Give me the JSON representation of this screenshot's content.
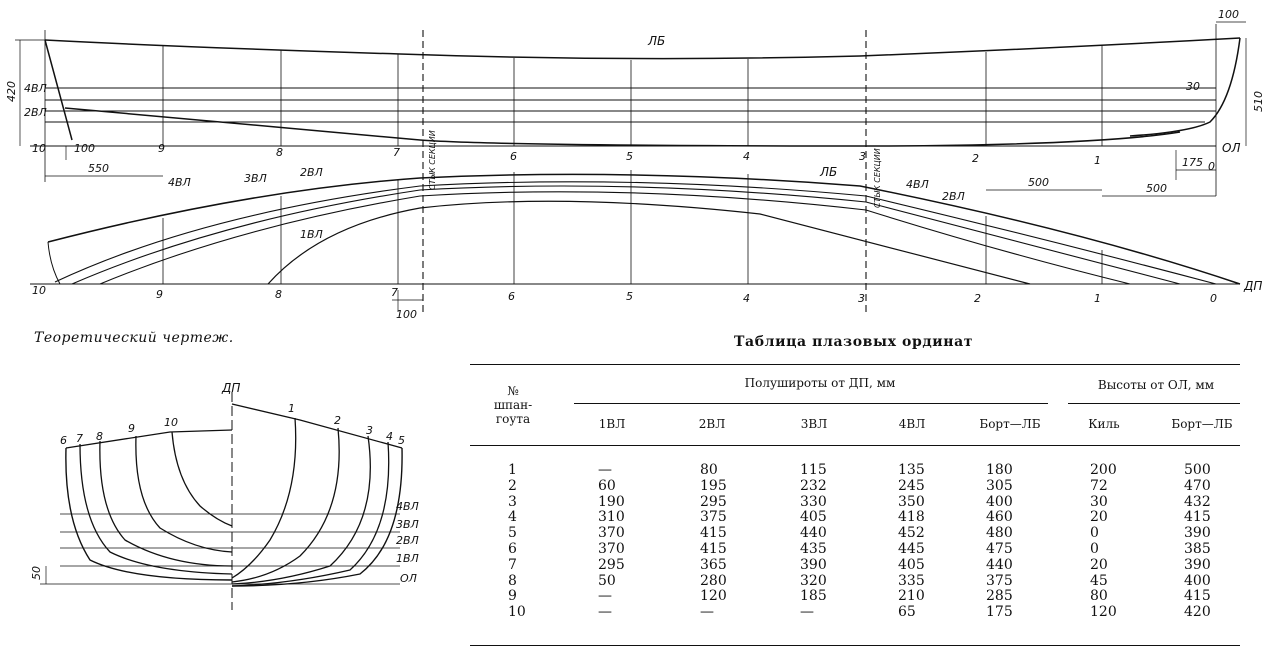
{
  "caption": "Теоретический чертеж.",
  "table_title": "Таблица плазовых ординат",
  "table": {
    "frame_header": "№ шпан-гоута",
    "frame_header_lines": [
      "№",
      "шпан-",
      "гоута"
    ],
    "group_halfbreadths": "Полушироты от ДП, мм",
    "group_heights": "Высоты от ОЛ, мм",
    "columns": [
      "1ВЛ",
      "2ВЛ",
      "3ВЛ",
      "4ВЛ",
      "Борт—ЛБ",
      "Киль",
      "Борт—ЛБ"
    ],
    "rows": [
      [
        "1",
        "—",
        "80",
        "115",
        "135",
        "180",
        "200",
        "500"
      ],
      [
        "2",
        "60",
        "195",
        "232",
        "245",
        "305",
        "72",
        "470"
      ],
      [
        "3",
        "190",
        "295",
        "330",
        "350",
        "400",
        "30",
        "432"
      ],
      [
        "4",
        "310",
        "375",
        "405",
        "418",
        "460",
        "20",
        "415"
      ],
      [
        "5",
        "370",
        "415",
        "440",
        "452",
        "480",
        "0",
        "390"
      ],
      [
        "6",
        "370",
        "415",
        "435",
        "445",
        "475",
        "0",
        "385"
      ],
      [
        "7",
        "295",
        "365",
        "390",
        "405",
        "440",
        "20",
        "390"
      ],
      [
        "8",
        "50",
        "280",
        "320",
        "335",
        "375",
        "45",
        "400"
      ],
      [
        "9",
        "—",
        "120",
        "185",
        "210",
        "285",
        "80",
        "415"
      ],
      [
        "10",
        "—",
        "—",
        "—",
        "65",
        "175",
        "120",
        "420"
      ]
    ]
  },
  "profile": {
    "frame_labels": [
      "10",
      "9",
      "8",
      "7",
      "6",
      "5",
      "4",
      "3",
      "2",
      "1",
      "0"
    ],
    "lb_label": "ЛБ",
    "ol_label": "ОЛ",
    "wl_labels": [
      "4ВЛ",
      "2ВЛ"
    ],
    "dims": [
      "420",
      "100",
      "550",
      "100",
      "30",
      "510",
      "500",
      "500",
      "175"
    ],
    "joint_label": "СТЫК СЕКЦИИ"
  },
  "plan": {
    "frame_labels": [
      "10",
      "9",
      "8",
      "7",
      "6",
      "5",
      "4",
      "3",
      "2",
      "1",
      "0"
    ],
    "dp_label": "ДП",
    "lb_label": "ЛБ",
    "wl_labels_aft": [
      "4ВЛ",
      "3ВЛ",
      "2ВЛ",
      "1ВЛ"
    ],
    "wl_labels_fwd": [
      "4ВЛ",
      "2ВЛ"
    ],
    "dim": "100",
    "joint_label": "СТЫК СЕКЦИИ"
  },
  "body_plan": {
    "dp_label": "ДП",
    "aft_labels": [
      "6",
      "7",
      "8",
      "9",
      "10"
    ],
    "fwd_labels": [
      "1",
      "2",
      "3",
      "4",
      "5"
    ],
    "wl_labels": [
      "4ВЛ",
      "3ВЛ",
      "2ВЛ",
      "1ВЛ",
      "ОЛ"
    ],
    "dim": "50"
  }
}
